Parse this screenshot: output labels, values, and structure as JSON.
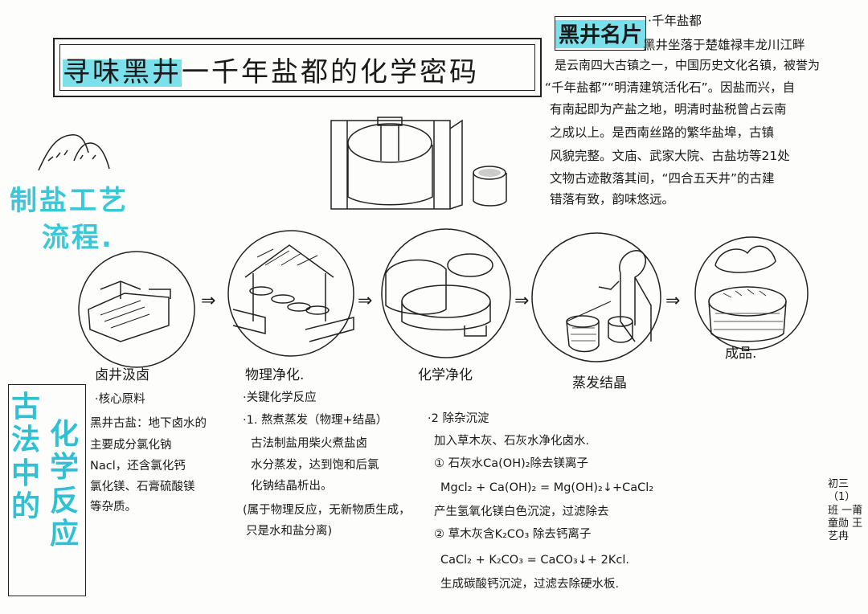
{
  "title": {
    "part1": "寻味黑井",
    "part2": "一千年盐都的化学密码"
  },
  "intro": {
    "heading": "黑井名片",
    "subheading": "·千年盐都",
    "lines": [
      "黑井坐落于楚雄禄丰龙川江畔",
      "是云南四大古镇之一，中国历史文化名镇，被誉为",
      "“千年盐都”“明清建筑活化石”。因盐而兴，自",
      "有南起即为产盐之地，明清时盐税曾占云南",
      "之成以上。是西南丝路的繁华盐埠，古镇",
      "风貌完整。文庙、武家大院、古盐坊等21处",
      "文物古迹散落其间，“四合五天井”的古建",
      "错落有致，韵味悠远。"
    ]
  },
  "process": {
    "title_line1": "制盐工艺",
    "title_line2": "流程.",
    "steps": [
      "卤井汲卤",
      "物理净化.",
      "化学净化",
      "蒸发结晶",
      "成品."
    ]
  },
  "section2": {
    "col1": "古法中的",
    "col2": "化学反应"
  },
  "notes": {
    "col1": [
      "·核心原料",
      "黑井古盐：地下卤水的",
      "主要成分氯化钠",
      "Nacl，还含氯化钙",
      "氯化镁、石膏硫酸镁",
      "等杂质。"
    ],
    "col2": [
      "·关键化学反应",
      "·1. 熬煮蒸发（物理+结晶）",
      "古法制盐用柴火煮盐卤",
      "水分蒸发，达到饱和后氯",
      "化钠结晶析出。",
      "(属于物理反应，无新物质生成，",
      "只是水和盐分离)"
    ],
    "col3": [
      "·2 除杂沉淀",
      "加入草木灰、石灰水净化卤水.",
      "① 石灰水Ca(OH)₂除去镁离子",
      "Mgcl₂ + Ca(OH)₂ = Mg(OH)₂↓+CaCl₂",
      "产生氢氧化镁白色沉淀，过滤除去",
      "② 草木灰含K₂CO₃ 除去钙离子",
      "CaCl₂ + K₂CO₃ = CaCO₃↓+ 2Kcl.",
      "生成碳酸钙沉淀，过滤去除硬水板."
    ]
  },
  "author": {
    "text": "初三（1）班 一莆童勋 王艺冉"
  },
  "colors": {
    "accent": "#3cc7d8",
    "ink": "#1a1a1a"
  }
}
